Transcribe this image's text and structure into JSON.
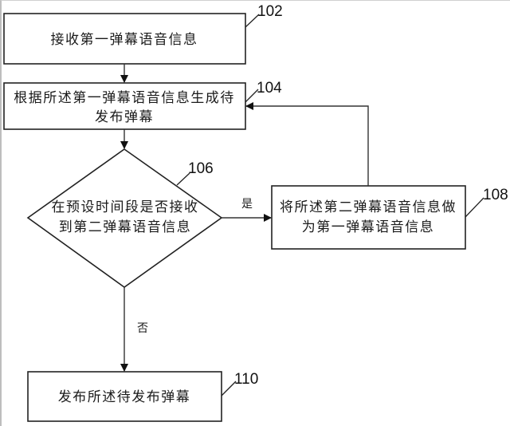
{
  "diagram": {
    "type": "flowchart",
    "nodes": {
      "n102": {
        "ref": "102",
        "shape": "process",
        "lines": [
          "接收第一弹幕语音信息"
        ]
      },
      "n104": {
        "ref": "104",
        "shape": "process",
        "lines": [
          "根据所述第一弹幕语音信息生成待",
          "发布弹幕"
        ]
      },
      "n106": {
        "ref": "106",
        "shape": "decision",
        "lines": [
          "在预设时间段是否接收",
          "到第二弹幕语音信息"
        ]
      },
      "n108": {
        "ref": "108",
        "shape": "process",
        "lines": [
          "将所述第二弹幕语音信息做",
          "为第一弹幕语音信息"
        ]
      },
      "n110": {
        "ref": "110",
        "shape": "process",
        "lines": [
          "发布所述待发布弹幕"
        ]
      }
    },
    "edges": [
      {
        "from": "102",
        "to": "104",
        "label": ""
      },
      {
        "from": "104",
        "to": "106",
        "label": ""
      },
      {
        "from": "106",
        "to": "108",
        "label": "是"
      },
      {
        "from": "108",
        "to": "104",
        "label": ""
      },
      {
        "from": "106",
        "to": "110",
        "label": "否"
      }
    ],
    "edge_labels": {
      "yes": "是",
      "no": "否"
    },
    "colors": {
      "stroke": "#222222",
      "text": "#1a1a1a",
      "background": "#ffffff"
    }
  }
}
